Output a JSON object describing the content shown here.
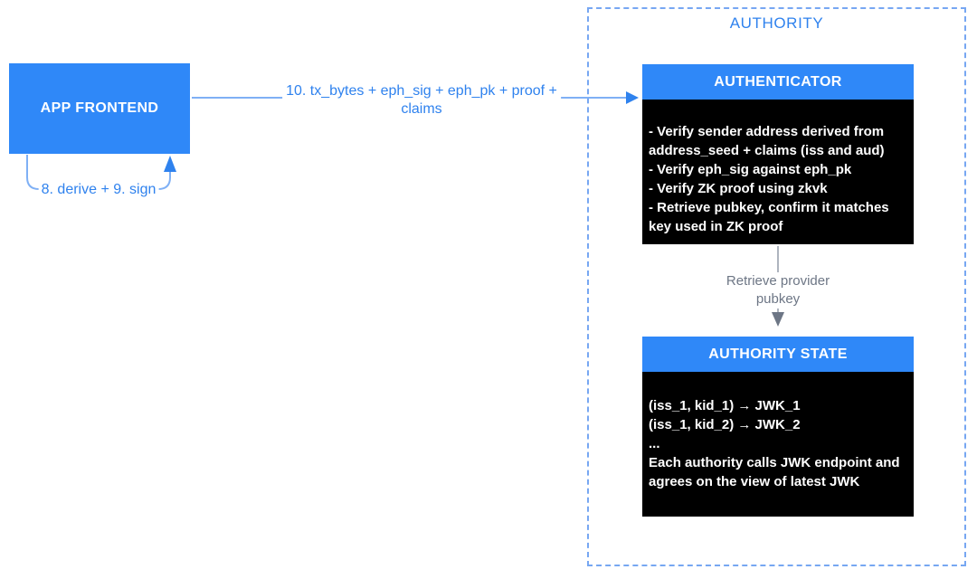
{
  "colors": {
    "node_blue": "#2F88F8",
    "node_black": "#000000",
    "accent_blue": "#2F82EE",
    "line_blue": "#7FB0F5",
    "dash_blue": "#77A7F2",
    "gray_text": "#6D7685",
    "gray_line": "#9AA1AE"
  },
  "app_frontend": {
    "label": "APP FRONTEND"
  },
  "labels": {
    "flow": "10. tx_bytes + eph_sig + eph_pk + proof +\nclaims",
    "loop": "8. derive + 9. sign"
  },
  "authority": {
    "title": "AUTHORITY",
    "retrieve_label": "Retrieve provider\npubkey",
    "authenticator": {
      "title": "AUTHENTICATOR",
      "body": "- Verify sender address derived from\naddress_seed + claims (iss and aud)\n- Verify eph_sig against eph_pk\n- Verify ZK proof using zkvk\n- Retrieve pubkey, confirm it matches\nkey used in ZK proof"
    },
    "authority_state": {
      "title": "AUTHORITY STATE",
      "body": "(iss_1, kid_1) → JWK_1\n(iss_1, kid_2) → JWK_2\n...\nEach authority calls JWK endpoint and\nagrees on the view of latest JWK"
    }
  }
}
